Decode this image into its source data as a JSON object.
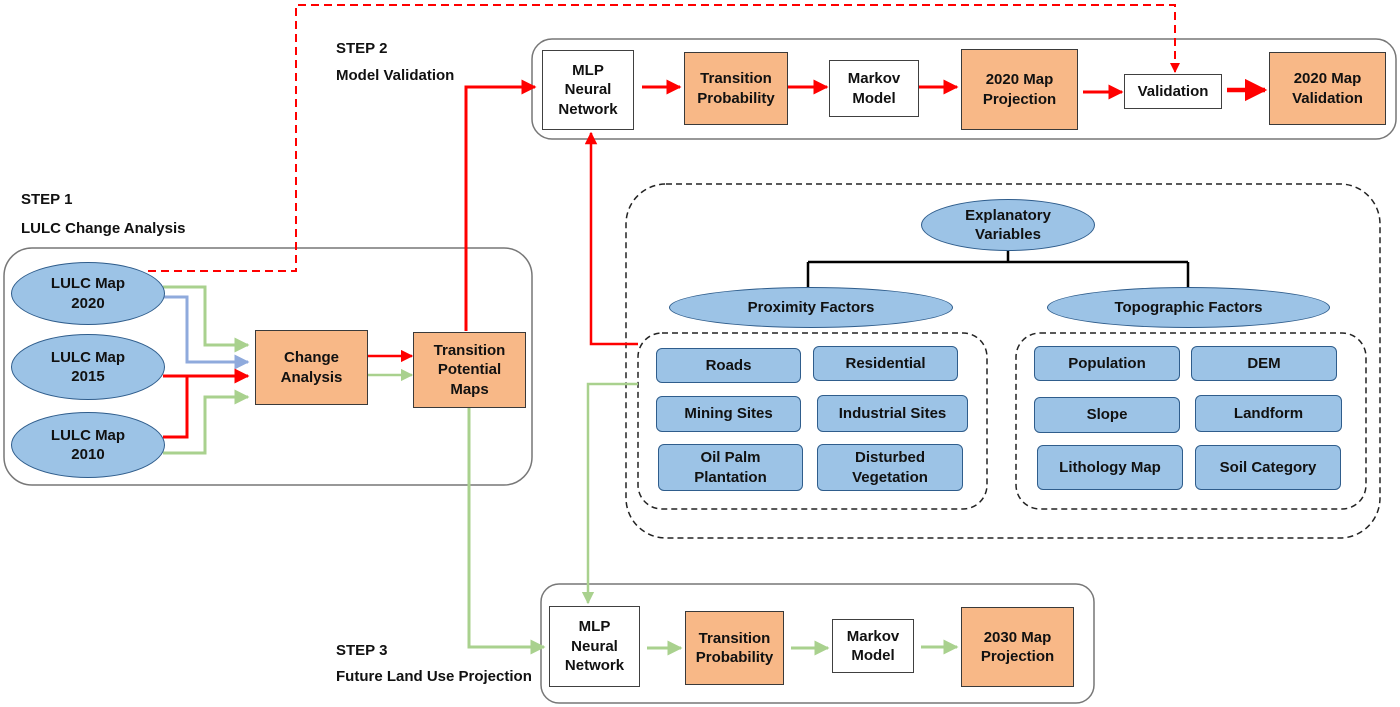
{
  "steps": {
    "step1": {
      "num": "STEP 1",
      "title": "LULC Change Analysis"
    },
    "step2": {
      "num": "STEP 2",
      "title": "Model Validation"
    },
    "step3": {
      "num": "STEP 3",
      "title": "Future Land Use Projection"
    }
  },
  "step1": {
    "lulc_2020": "LULC Map\n2020",
    "lulc_2015": "LULC Map\n2015",
    "lulc_2010": "LULC Map\n2010",
    "change_analysis": "Change\nAnalysis",
    "transition_potential": "Transition\nPotential\nMaps"
  },
  "step2": {
    "mlp": "MLP\nNeural\nNetwork",
    "transition_prob": "Transition\nProbability",
    "markov": "Markov\nModel",
    "projection": "2020 Map\nProjection",
    "validation": "Validation",
    "map_validation": "2020 Map\nValidation"
  },
  "explanatory": {
    "root": "Explanatory\nVariables",
    "proximity": "Proximity Factors",
    "topographic": "Topographic Factors",
    "proximity_items": {
      "roads": "Roads",
      "residential": "Residential",
      "mining": "Mining Sites",
      "industrial": "Industrial Sites",
      "oil_palm": "Oil Palm\nPlantation",
      "disturbed": "Disturbed\nVegetation"
    },
    "topographic_items": {
      "population": "Population",
      "dem": "DEM",
      "slope": "Slope",
      "landform": "Landform",
      "lithology": "Lithology Map",
      "soil": "Soil Category"
    }
  },
  "step3": {
    "mlp": "MLP\nNeural\nNetwork",
    "transition_prob": "Transition\nProbability",
    "markov": "Markov\nModel",
    "projection": "2030 Map\nProjection"
  },
  "colors": {
    "orange_box": "#f8b887",
    "blue_fill": "#9cc3e6",
    "red_arrow": "#ff0000",
    "green_arrow": "#a9d18e",
    "blue_arrow": "#8faadc"
  }
}
